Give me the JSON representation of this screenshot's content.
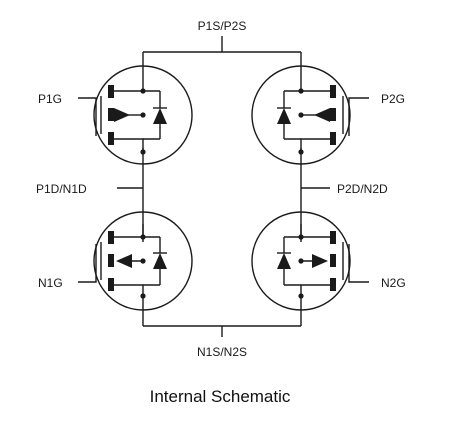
{
  "labels": {
    "p1s_p2s": "P1S/P2S",
    "p1g": "P1G",
    "p2g": "P2G",
    "p1d_n1d": "P1D/N1D",
    "p2d_n2d": "P2D/N2D",
    "n1g": "N1G",
    "n2g": "N2G",
    "n1s_n2s": "N1S/N2S"
  },
  "caption": "Internal Schematic",
  "transistors": [
    {
      "id": "p1",
      "type": "p-channel"
    },
    {
      "id": "p2",
      "type": "p-channel"
    },
    {
      "id": "n1",
      "type": "n-channel"
    },
    {
      "id": "n2",
      "type": "n-channel"
    }
  ],
  "colors": {
    "stroke": "#1a1a1a",
    "background": "#ffffff"
  }
}
